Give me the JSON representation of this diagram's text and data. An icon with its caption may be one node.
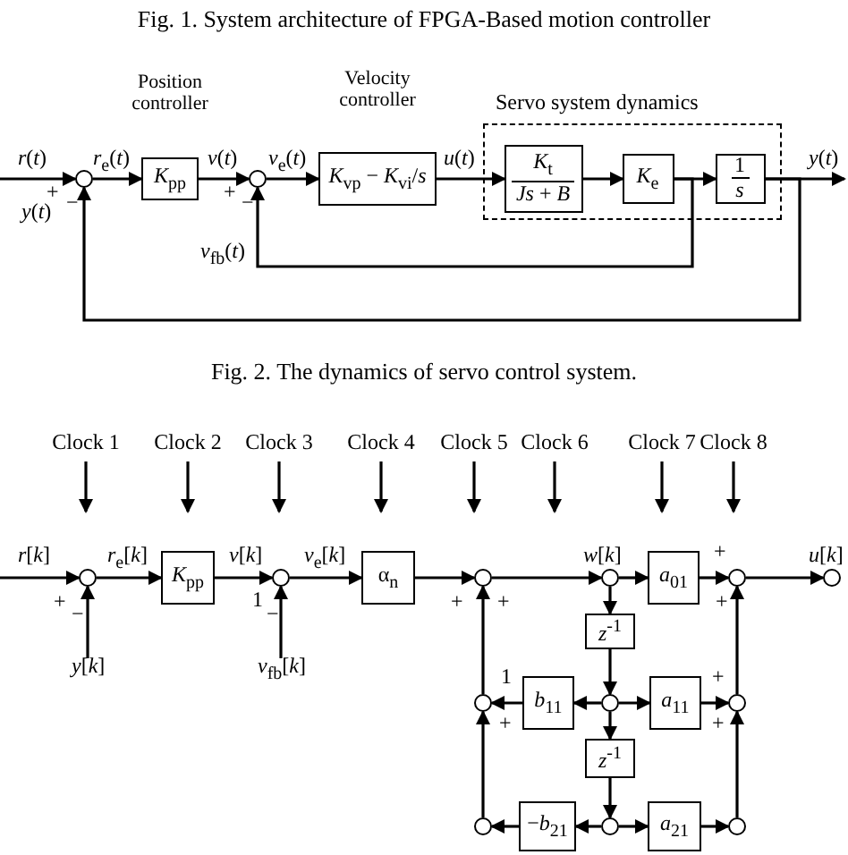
{
  "diagram": {
    "title": "Fig. 1. System architecture of FPGA-Based motion controller",
    "caption": "Fig. 2. The dynamics of servo control system.",
    "nodes": [
      {
        "text": [],
        "shape": "circle"
      },
      {
        "text": [
          "*K*$_{pp}$"
        ],
        "beside": [
          "Position controller"
        ]
      },
      {
        "text": [],
        "shape": "circle"
      },
      {
        "text": [
          "*K*$_{vp}$ − *K*$_{vi}$/*s*"
        ],
        "beside": [
          "Velocity controller"
        ]
      },
      {
        "text": [
          "Servo system dynamics"
        ]
      },
      {
        "text": [
          "*K*$_{t}$",
          "*Js* + *B*"
        ],
        "in": 4
      },
      {
        "text": [
          "*K*$_{e}$"
        ],
        "in": 4
      },
      {
        "text": [
          "1",
          "*s*"
        ],
        "in": 4
      },
      {
        "text": [
          "Clock 1"
        ]
      },
      {
        "text": [
          "Clock 2"
        ]
      },
      {
        "text": [
          "Clock 3"
        ]
      },
      {
        "text": [
          "Clock 4"
        ]
      },
      {
        "text": [
          "Clock 5"
        ]
      },
      {
        "text": [
          "Clock 6"
        ]
      },
      {
        "text": [
          "Clock 7"
        ]
      },
      {
        "text": [
          "Clock 8"
        ]
      },
      {
        "text": [],
        "shape": "circle"
      },
      {
        "text": [
          "*K*$_{pp}$"
        ]
      },
      {
        "text": [],
        "shape": "circle"
      },
      {
        "text": [
          "α$_{n}$"
        ]
      },
      {
        "text": [],
        "shape": "circle"
      },
      {
        "text": [],
        "shape": "circle"
      },
      {
        "text": [
          "*a*$_{01}$"
        ]
      },
      {
        "text": [],
        "shape": "circle"
      },
      {
        "text": [],
        "shape": "circle"
      },
      {
        "text": [
          "*z*$^{-1}$"
        ]
      },
      {
        "text": [],
        "shape": "circle"
      },
      {
        "text": [
          "*b*$_{11}$"
        ]
      },
      {
        "text": [],
        "shape": "circle"
      },
      {
        "text": [
          "*a*$_{11}$"
        ]
      },
      {
        "text": [],
        "shape": "circle"
      },
      {
        "text": [
          "*z*$^{-1}$"
        ]
      },
      {
        "text": [],
        "shape": "circle"
      },
      {
        "text": [
          "−*b*$_{21}$"
        ]
      },
      {
        "text": [],
        "shape": "circle"
      },
      {
        "text": [
          "*a*$_{21}$"
        ]
      },
      {
        "text": [],
        "shape": "circle"
      }
    ],
    "edges": [
      {
        "from": null,
        "to": 0,
        "arrow": "to",
        "label": "*r*(*t*)"
      },
      {
        "from": 0,
        "to": 1,
        "arrow": "to",
        "label": "*r*$_{e}$(*t*)"
      },
      {
        "from": 1,
        "to": 2,
        "arrow": "to",
        "label": "*v*(*t*)"
      },
      {
        "from": 2,
        "to": 3,
        "arrow": "to",
        "label": "*v*$_{e}$(*t*)"
      },
      {
        "from": 3,
        "to": 5,
        "arrow": "to",
        "label": "*u*(*t*)"
      },
      {
        "from": 5,
        "to": 6,
        "arrow": "to"
      },
      {
        "from": 6,
        "to": 7,
        "arrow": "to"
      },
      {
        "from": 7,
        "to": null,
        "arrow": "to",
        "label": "*y*(*t*)"
      },
      {
        "from": 6,
        "to": 2,
        "arrow": "to",
        "label": "*v*$_{fb}$(*t*)"
      },
      {
        "from": 7,
        "to": 0,
        "arrow": "to",
        "label": "*y*(*t*)"
      },
      {
        "from": 8,
        "to": null,
        "arrow": "to"
      },
      {
        "from": 9,
        "to": null,
        "arrow": "to"
      },
      {
        "from": 10,
        "to": null,
        "arrow": "to"
      },
      {
        "from": 11,
        "to": null,
        "arrow": "to"
      },
      {
        "from": 12,
        "to": null,
        "arrow": "to"
      },
      {
        "from": 13,
        "to": null,
        "arrow": "to"
      },
      {
        "from": 14,
        "to": null,
        "arrow": "to"
      },
      {
        "from": 15,
        "to": null,
        "arrow": "to"
      },
      {
        "from": null,
        "to": 16,
        "arrow": "to",
        "label": "*r*[*k*]"
      },
      {
        "from": null,
        "to": 16,
        "arrow": "to",
        "label": "*y*[*k*]"
      },
      {
        "from": 16,
        "to": 17,
        "arrow": "to",
        "label": "*r*$_{e}$[*k*]"
      },
      {
        "from": 17,
        "to": 18,
        "arrow": "to",
        "label": "*v*[*k*]"
      },
      {
        "from": null,
        "to": 18,
        "arrow": "to",
        "label": "*v*$_{fb}$[*k*]"
      },
      {
        "from": 18,
        "to": 19,
        "arrow": "to",
        "label": "*v*$_{e}$[*k*]"
      },
      {
        "from": 19,
        "to": 20,
        "arrow": "to"
      },
      {
        "from": 20,
        "to": 21,
        "arrow": "to",
        "label": "*w*[*k*]"
      },
      {
        "from": 21,
        "to": 22,
        "arrow": "to"
      },
      {
        "from": 22,
        "to": 23,
        "arrow": "to"
      },
      {
        "from": 23,
        "to": 24,
        "arrow": "to",
        "label": "*u*[*k*]"
      },
      {
        "from": 21,
        "to": 25,
        "arrow": "to"
      },
      {
        "from": 25,
        "to": 28,
        "arrow": "to"
      },
      {
        "from": 28,
        "to": 27,
        "arrow": "to"
      },
      {
        "from": 28,
        "to": 29,
        "arrow": "to"
      },
      {
        "from": 28,
        "to": 31,
        "arrow": "to"
      },
      {
        "from": 27,
        "to": 26,
        "arrow": "to"
      },
      {
        "from": 29,
        "to": 30,
        "arrow": "to"
      },
      {
        "from": 31,
        "to": 34,
        "arrow": "to"
      },
      {
        "from": 34,
        "to": 33,
        "arrow": "to"
      },
      {
        "from": 34,
        "to": 35,
        "arrow": "to"
      },
      {
        "from": 33,
        "to": 32,
        "arrow": "to"
      },
      {
        "from": 35,
        "to": 36,
        "arrow": "to"
      },
      {
        "from": 32,
        "to": 26,
        "arrow": "to"
      },
      {
        "from": 26,
        "to": 20,
        "arrow": "to"
      },
      {
        "from": 36,
        "to": 30,
        "arrow": "to"
      },
      {
        "from": 30,
        "to": 23,
        "arrow": "to"
      }
    ],
    "labels": [
      "+",
      "−",
      "+",
      "−",
      "+",
      "+",
      "−",
      "1",
      "−",
      "+",
      "+",
      "+",
      "1",
      "+",
      "+",
      "+"
    ]
  }
}
